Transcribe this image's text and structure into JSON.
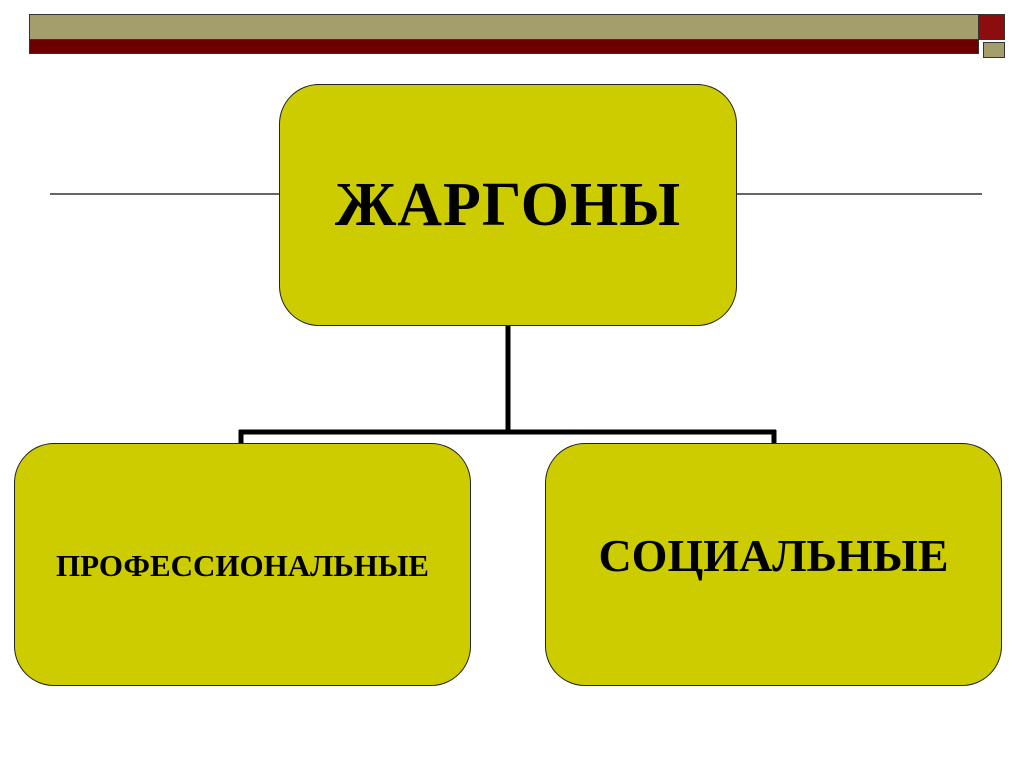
{
  "diagram": {
    "root": {
      "label": "ЖАРГОНЫ"
    },
    "children": [
      {
        "label": "ПРОФЕССИОНАЛЬНЫЕ"
      },
      {
        "label": "СОЦИАЛЬНЫЕ"
      }
    ]
  },
  "colors": {
    "node_fill": "#cccc00",
    "header_olive": "#a39e6b",
    "header_maroon": "#6b0000",
    "corner_red": "#8b0d0d"
  }
}
